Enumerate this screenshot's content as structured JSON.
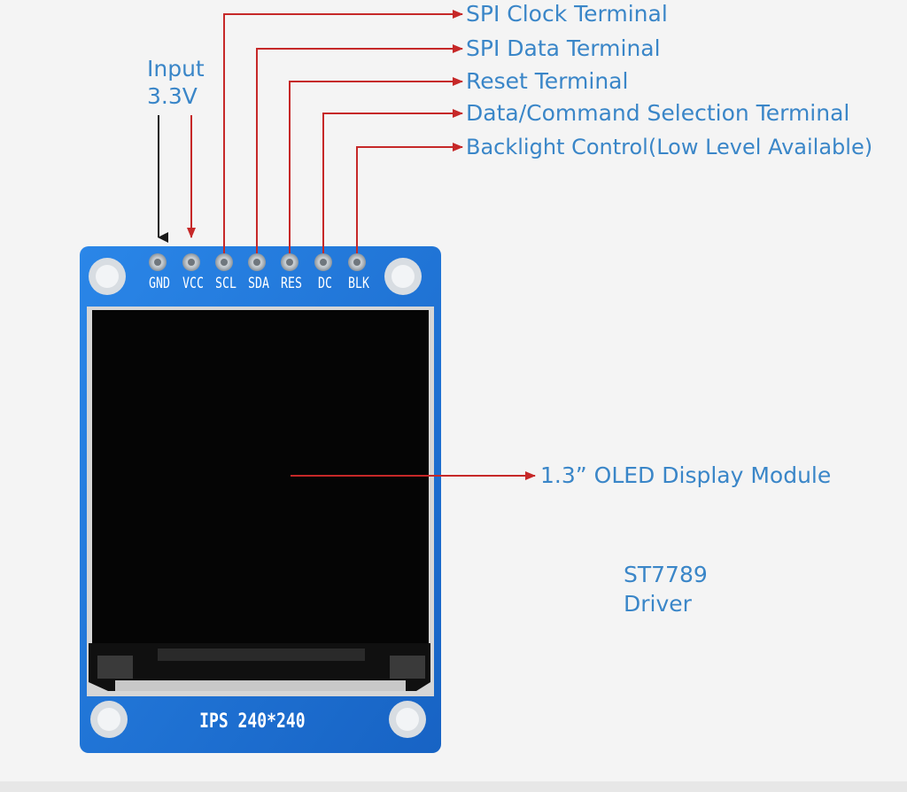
{
  "power": {
    "line1": "Input",
    "line2": "3.3V"
  },
  "pin_labels": [
    "SPI Clock Terminal",
    "SPI Data Terminal",
    "Reset Terminal",
    "Data/Command Selection Terminal",
    "Backlight Control(Low Level Available)"
  ],
  "pins": [
    "GND",
    "VCC",
    "SCL",
    "SDA",
    "RES",
    "DC",
    "BLK"
  ],
  "display_label": "1.3”  OLED Display Module",
  "driver": {
    "line1": "ST7789",
    "line2": "Driver"
  },
  "board_text": "IPS 240*240",
  "colors": {
    "board": "#1a74d6",
    "arrow_red": "#c62828",
    "label_blue": "#3a86c8",
    "screen": "#050505"
  }
}
